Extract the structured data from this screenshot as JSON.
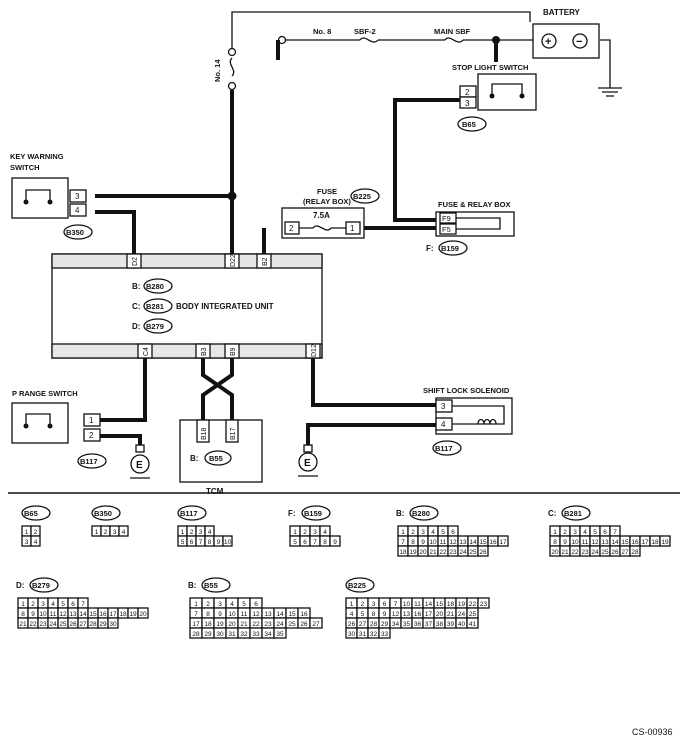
{
  "battery_label": "BATTERY",
  "battery_plus": "+",
  "battery_minus": "−",
  "fuse_no8": "No. 8",
  "fuse_sbf2": "SBF-2",
  "fuse_main_sbf": "MAIN SBF",
  "fuse_no14": "No. 14",
  "stop_light_switch": {
    "label": "STOP LIGHT SWITCH",
    "pins": [
      "2",
      "3"
    ],
    "connector": "B65"
  },
  "key_warning_switch": {
    "label_line1": "KEY WARNING",
    "label_line2": "SWITCH",
    "pins": [
      "3",
      "4"
    ],
    "connector": "B350"
  },
  "fuse_relay_box_fuse": {
    "label_line1": "FUSE",
    "label_line2": "(RELAY BOX)",
    "connector": "B225",
    "rating": "7.5A",
    "pins": [
      "2",
      "1"
    ]
  },
  "fuse_relay_box": {
    "label": "FUSE & RELAY BOX",
    "pins": [
      "F9",
      "F5"
    ],
    "prefix": "F:",
    "connector": "B159"
  },
  "body_integrated_unit": {
    "label": "BODY INTEGRATED UNIT",
    "prefixes": [
      "B:",
      "C:",
      "D:"
    ],
    "connectors": [
      "B280",
      "B281",
      "B279"
    ],
    "top_terminals": [
      "D2",
      "D22",
      "B2"
    ],
    "bottom_terminals": [
      "C4",
      "B3",
      "B9",
      "D12"
    ]
  },
  "p_range_switch": {
    "label": "P RANGE SWITCH",
    "pins": [
      "1",
      "2"
    ],
    "connector": "B117"
  },
  "tcm": {
    "label": "TCM",
    "prefix": "B:",
    "connector": "B55",
    "terminals": [
      "B18",
      "B17"
    ]
  },
  "shift_lock_solenoid": {
    "label": "SHIFT LOCK SOLENOID",
    "pins": [
      "3",
      "4"
    ],
    "connector": "B117"
  },
  "ground_label": "E",
  "connector_views": {
    "b65": {
      "title": "B65",
      "rows": [
        [
          "1",
          "2"
        ],
        [
          "3",
          "4"
        ]
      ]
    },
    "b350": {
      "title": "B350",
      "rows": [
        [
          "1",
          "2",
          "3",
          "4"
        ]
      ]
    },
    "b117": {
      "title": "B117",
      "rows": [
        [
          "1",
          "2",
          "3",
          "4"
        ],
        [
          "5",
          "6",
          "7",
          "8",
          "9",
          "10"
        ]
      ]
    },
    "b159": {
      "prefix": "F:",
      "title": "B159",
      "rows": [
        [
          "1",
          "2",
          "3",
          "4"
        ],
        [
          "5",
          "6",
          "7",
          "8",
          "9"
        ]
      ]
    },
    "b280": {
      "prefix": "B:",
      "title": "B280",
      "rows": [
        [
          "1",
          "2",
          "3",
          "4",
          "5",
          "6"
        ],
        [
          "7",
          "8",
          "9",
          "10",
          "11",
          "12",
          "13",
          "14",
          "15",
          "16",
          "17"
        ],
        [
          "18",
          "19",
          "20",
          "21",
          "22",
          "23",
          "24",
          "25",
          "26"
        ]
      ]
    },
    "b281": {
      "prefix": "C:",
      "title": "B281",
      "rows": [
        [
          "1",
          "2",
          "3",
          "4",
          "5",
          "6",
          "7"
        ],
        [
          "8",
          "9",
          "10",
          "11",
          "12",
          "13",
          "14",
          "15",
          "16",
          "17",
          "18",
          "19"
        ],
        [
          "20",
          "21",
          "22",
          "23",
          "24",
          "25",
          "26",
          "27",
          "28"
        ]
      ]
    },
    "b279": {
      "prefix": "D:",
      "title": "B279",
      "rows": [
        [
          "1",
          "2",
          "3",
          "4",
          "5",
          "6",
          "7"
        ],
        [
          "8",
          "9",
          "10",
          "11",
          "12",
          "13",
          "14",
          "15",
          "16",
          "17",
          "18",
          "19",
          "20"
        ],
        [
          "21",
          "22",
          "23",
          "24",
          "25",
          "26",
          "27",
          "28",
          "29",
          "30"
        ]
      ]
    },
    "b55": {
      "prefix": "B:",
      "title": "B55",
      "rows": [
        [
          "1",
          "2",
          "3",
          "4",
          "5",
          "6"
        ],
        [
          "7",
          "8",
          "9",
          "10",
          "11",
          "12",
          "13",
          "14",
          "15",
          "16"
        ],
        [
          "17",
          "18",
          "19",
          "20",
          "21",
          "22",
          "23",
          "24",
          "25",
          "26",
          "27"
        ],
        [
          "28",
          "29",
          "30",
          "31",
          "32",
          "33",
          "34",
          "35"
        ]
      ]
    },
    "b225": {
      "title": "B225",
      "rows": [
        [
          "1",
          "2",
          "3",
          "6",
          "7",
          "10",
          "11",
          "14",
          "15",
          "18",
          "19",
          "22",
          "23"
        ],
        [
          "4",
          "5",
          "8",
          "9",
          "12",
          "13",
          "16",
          "17",
          "20",
          "21",
          "24",
          "25"
        ],
        [
          "26",
          "27",
          "28",
          "29",
          "34",
          "35",
          "36",
          "37",
          "38",
          "39",
          "40",
          "41"
        ],
        [
          "30",
          "31",
          "32",
          "33"
        ]
      ]
    }
  },
  "figure_id": "CS-00936"
}
